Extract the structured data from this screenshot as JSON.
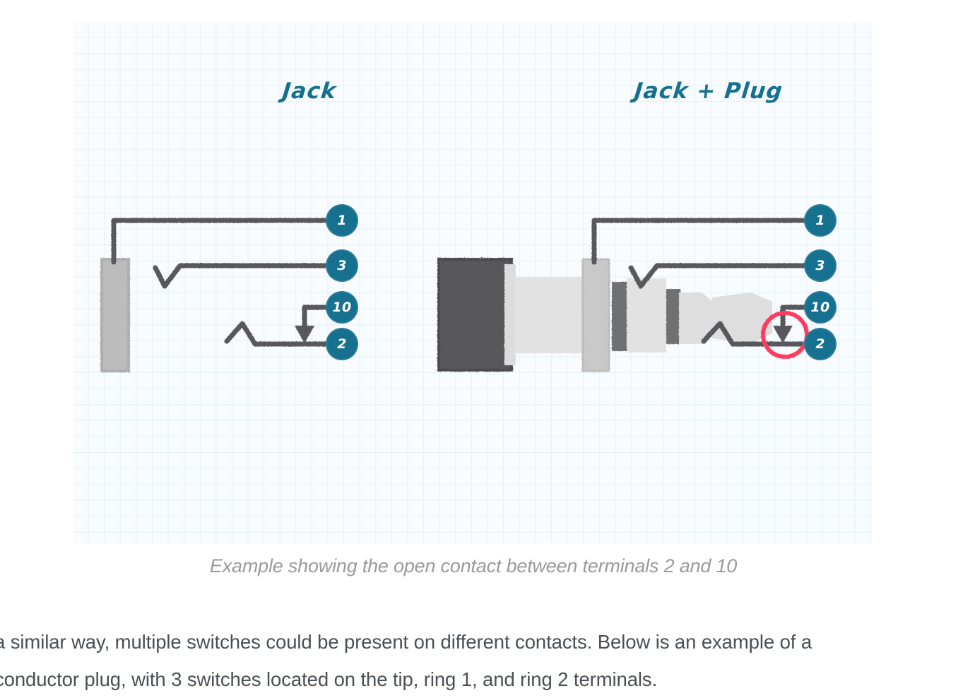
{
  "figure": {
    "panels": [
      {
        "id": "jack",
        "title": "Jack"
      },
      {
        "id": "jack-plug",
        "title": "Jack + Plug"
      }
    ],
    "terminals_left": [
      {
        "label": "1"
      },
      {
        "label": "3"
      },
      {
        "label": "10"
      },
      {
        "label": "2"
      }
    ],
    "terminals_right": [
      {
        "label": "1"
      },
      {
        "label": "3"
      },
      {
        "label": "10"
      },
      {
        "label": "2"
      }
    ],
    "caption": "Example showing the open contact between terminals 2 and 10",
    "colors": {
      "terminal_fill": "#16708f",
      "terminal_text": "#ffffff",
      "title_text": "#16708f",
      "wire": "#58595b",
      "jack_body": "#bcbcbc",
      "plug_body_dark": "#58595b",
      "plug_body_light": "#e2e2e2",
      "highlight_circle": "#ff3b5f",
      "grid_line": "#e3f1f8",
      "grid_background": "#f8fcfe",
      "caption_text": "#9a9a9a",
      "body_text": "#4a4f54"
    },
    "annotations": {
      "highlight_shape": "red-circle",
      "highlight_target": "open contact between terminals 2 and 10",
      "divider": "vertical-dashed-line"
    }
  },
  "body": {
    "line1": "a similar way, multiple switches could be present on different contacts. Below is an example of a",
    "line2": "conductor plug, with 3 switches located on the tip, ring 1, and ring 2 terminals."
  }
}
